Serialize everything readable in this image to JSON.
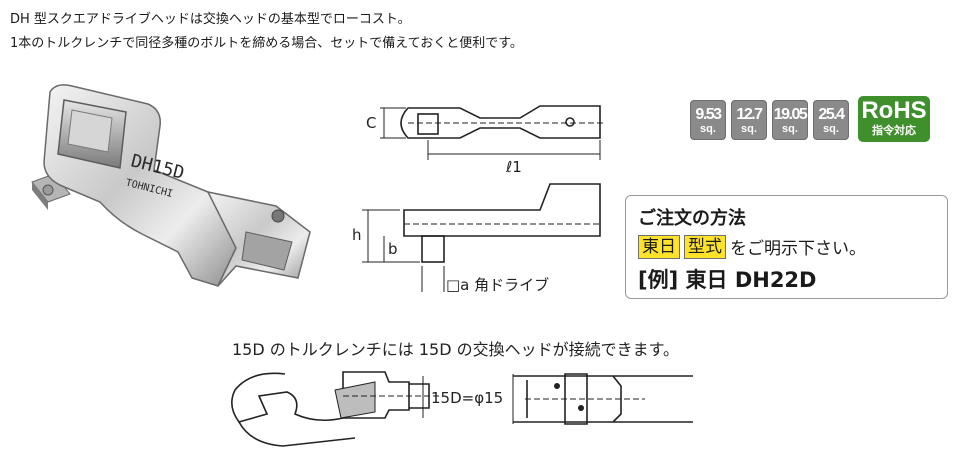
{
  "intro": {
    "line1": "DH 型スクエアドライブヘッドは交換ヘッドの基本型でローコスト。",
    "line2": "1本のトルクレンチで同径多種のボルトを締める場合、セットで備えておくと便利です。"
  },
  "product": {
    "engraving_model": "DH15D",
    "engraving_brand": "TOHNICHI"
  },
  "dimensions": {
    "c": "C",
    "l1": "ℓ1",
    "h": "h",
    "b": "b",
    "a_drive": "□a 角ドライブ"
  },
  "drive_badges": [
    {
      "size": "9.53",
      "unit": "sq."
    },
    {
      "size": "12.7",
      "unit": "sq."
    },
    {
      "size": "19.05",
      "unit": "sq."
    },
    {
      "size": "25.4",
      "unit": "sq."
    }
  ],
  "rohs": {
    "title": "RoHS",
    "subtitle": "指令対応"
  },
  "order_box": {
    "title": "ご注文の方法",
    "tag1": "東日",
    "tag2": "型式",
    "instruction": "をご明示下さい。",
    "example": "[例] 東日 DH22D"
  },
  "compat_note": "15D のトルクレンチには 15D の交換ヘッドが接続できます。",
  "compat_label": "15D=φ15"
}
